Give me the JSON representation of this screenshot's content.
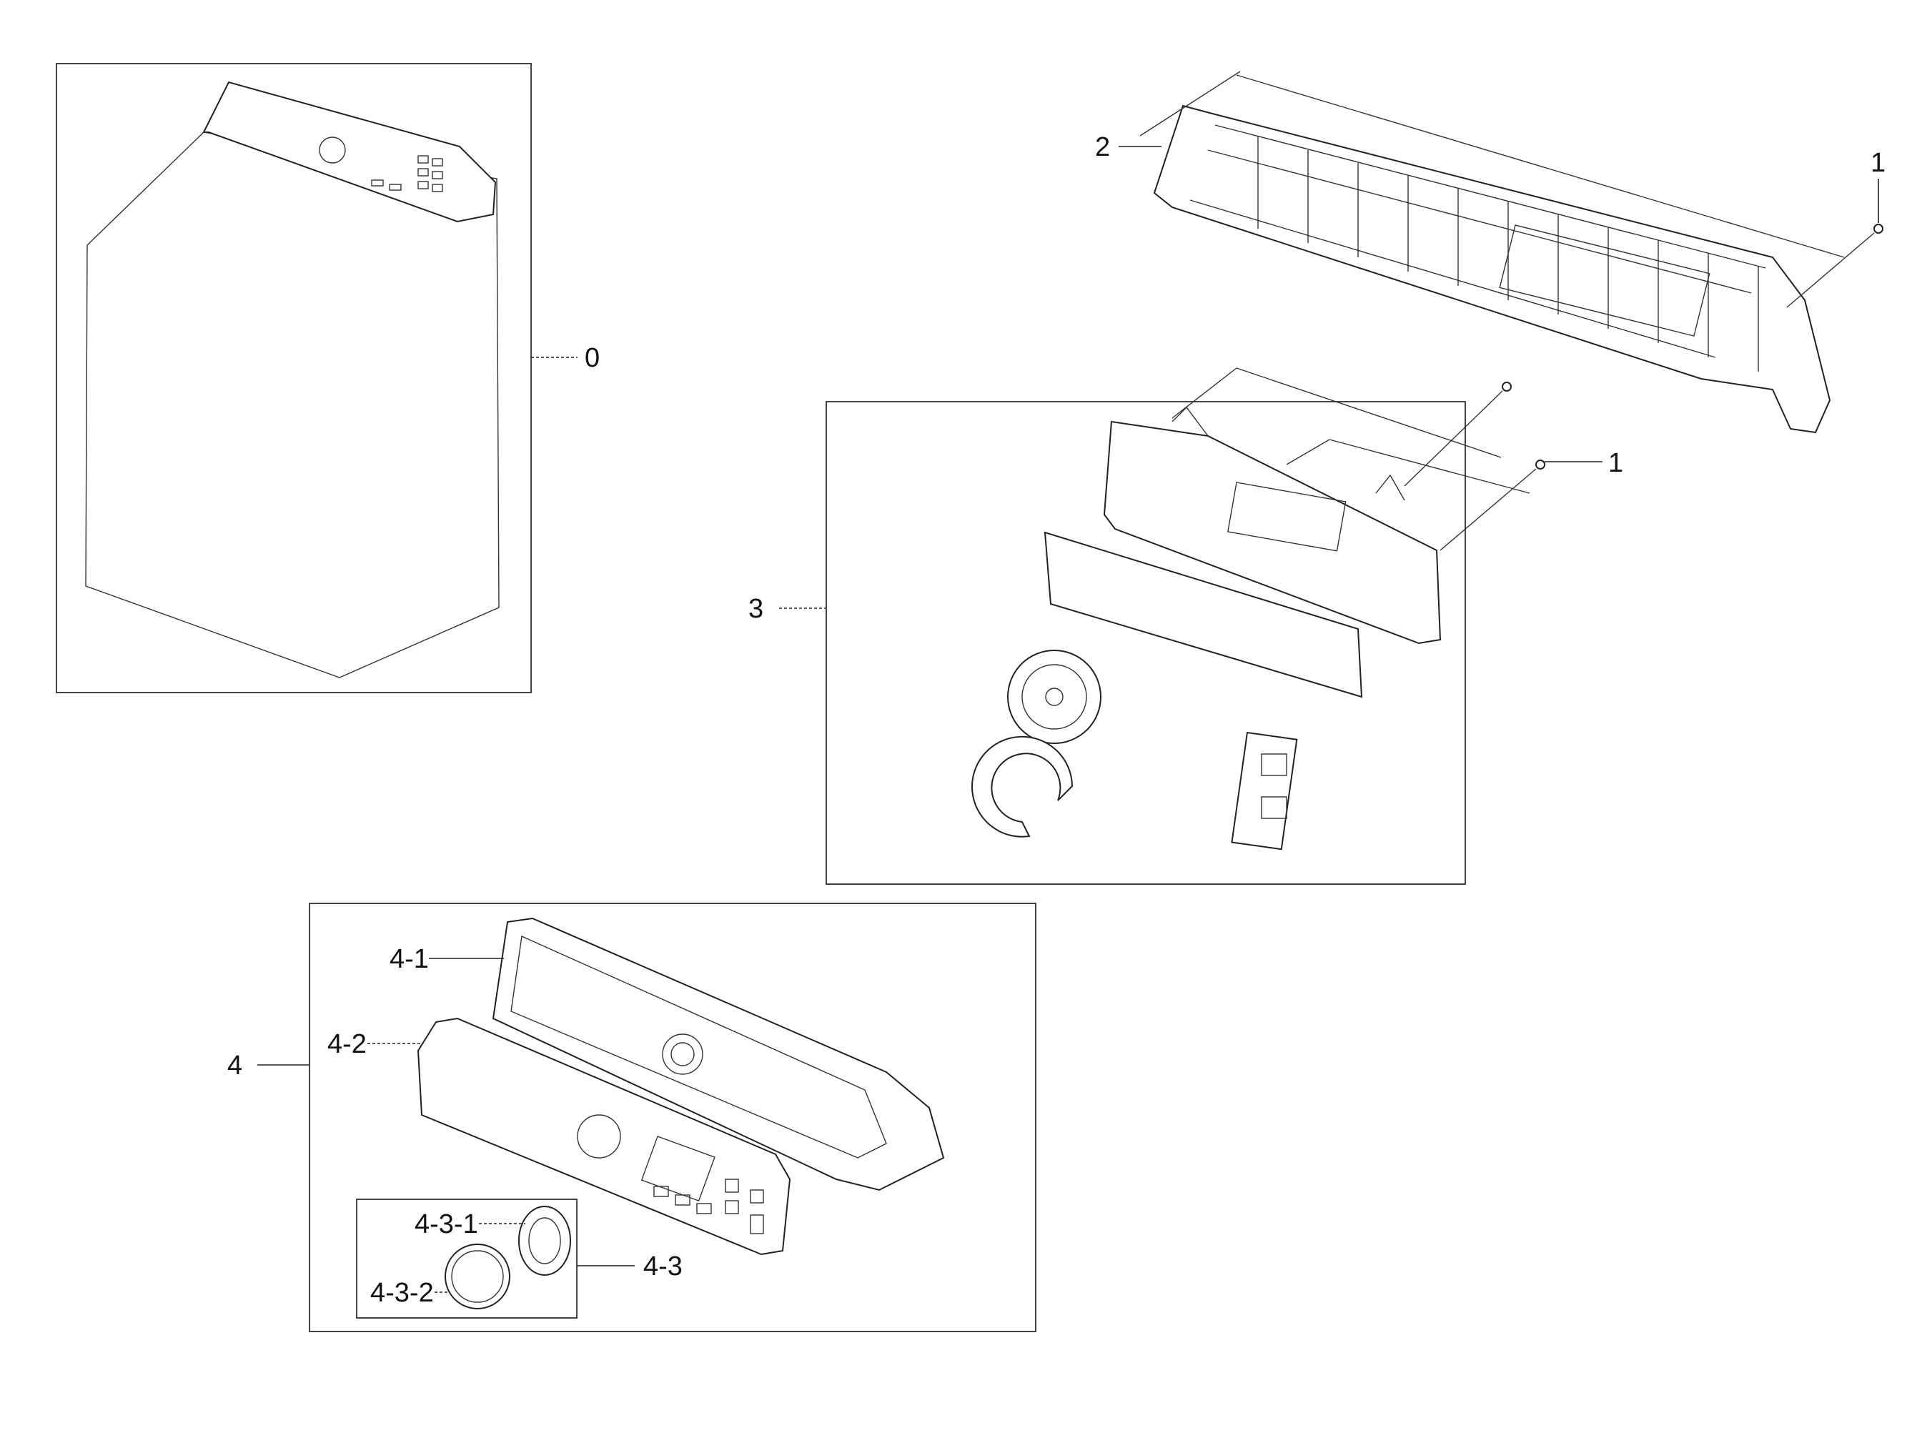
{
  "callouts": {
    "c0": "0",
    "c1a": "1",
    "c1b": "1",
    "c2": "2",
    "c3": "3",
    "c4": "4",
    "c4_1": "4-1",
    "c4_2": "4-2",
    "c4_3": "4-3",
    "c4_3_1": "4-3-1",
    "c4_3_2": "4-3-2"
  },
  "colors": {
    "line": "#222222",
    "background": "#ffffff"
  }
}
